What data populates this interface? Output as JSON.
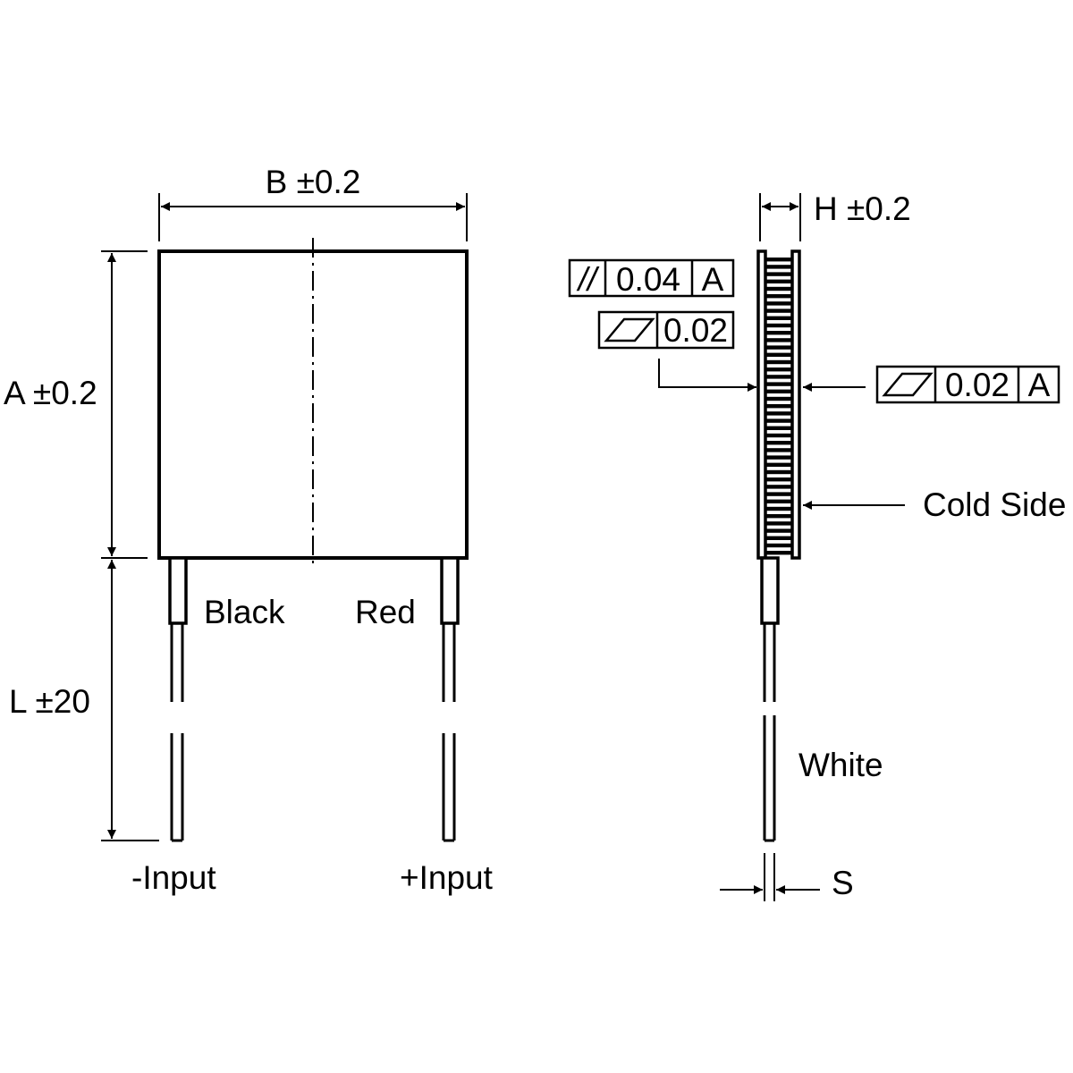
{
  "front_view": {
    "dim_width": "B ±0.2",
    "dim_height": "A ±0.2",
    "dim_lead_length": "L ±20",
    "wire_left_color": "Black",
    "wire_right_color": "Red",
    "terminal_negative": "-Input",
    "terminal_positive": "+Input"
  },
  "side_view": {
    "dim_thickness": "H ±0.2",
    "dim_wire": "S",
    "wire_color": "White",
    "cold_side": "Cold Side",
    "tolerance_parallelism": {
      "symbol": "//",
      "value": "0.04",
      "datum": "A"
    },
    "tolerance_flatness_hot": {
      "value": "0.02"
    },
    "tolerance_flatness_cold": {
      "value": "0.02",
      "datum": "A"
    }
  }
}
